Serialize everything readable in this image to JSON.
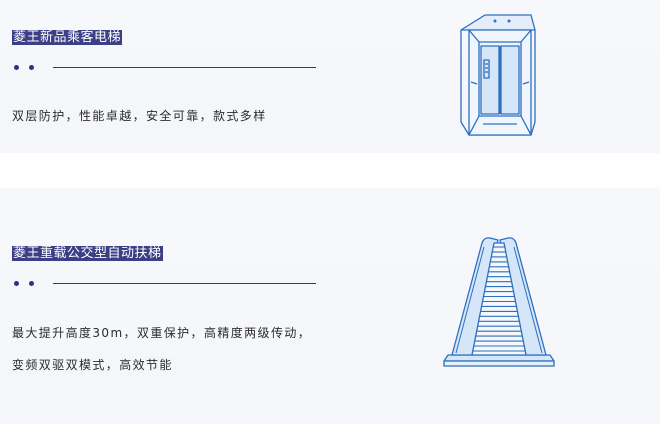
{
  "products": [
    {
      "title": "菱王新品乘客电梯",
      "description_lines": [
        "双层防护，性能卓越，安全可靠，款式多样"
      ],
      "illustration": "passenger-elevator-icon"
    },
    {
      "title": "菱王重载公交型自动扶梯",
      "description_lines": [
        "最大提升高度30m，双重保护，高精度两级传动，",
        "变频双驱双模式，高效节能"
      ],
      "illustration": "escalator-icon"
    }
  ],
  "colors": {
    "title_bg": "#3b3f86",
    "accent": "#2f3380",
    "illustration_stroke": "#2e6fc0",
    "illustration_fill": "#d4e6f8"
  }
}
